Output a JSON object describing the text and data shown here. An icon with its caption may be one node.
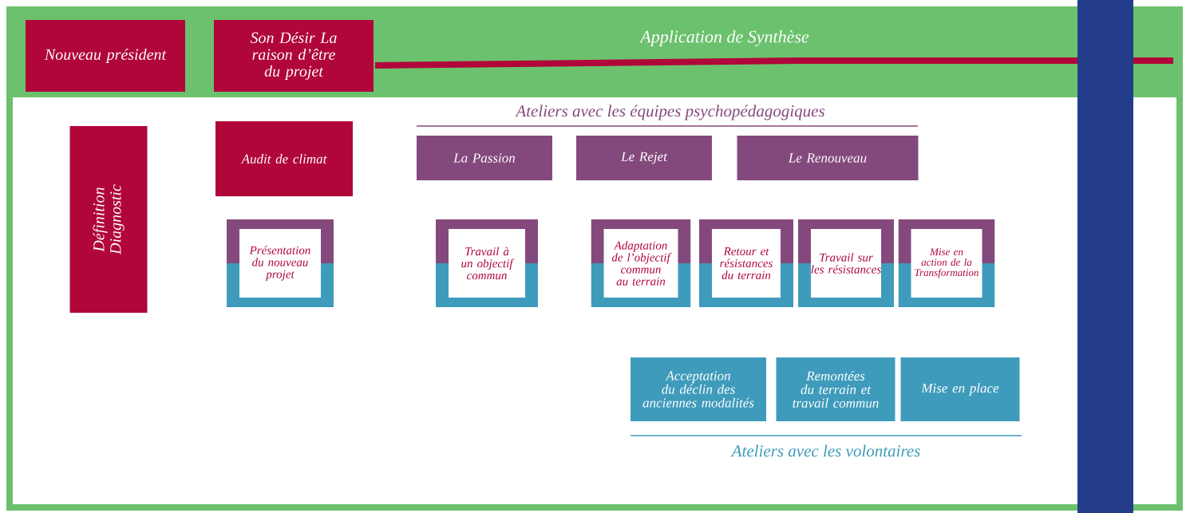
{
  "diagram": {
    "title": "Application de Synthèse",
    "nodes": [
      {
        "text": [
          "Nouveau président"
        ]
      },
      {
        "text": [
          "Son Désir La raison d’être du projet"
        ]
      },
      {
        "text": [
          "Définition Diagnostic"
        ]
      },
      {
        "text": [
          "Audit de climat"
        ]
      },
      {
        "text": [
          "La Passion"
        ]
      },
      {
        "text": [
          "Le Rejet"
        ]
      },
      {
        "text": [
          "Le Renouveau"
        ]
      },
      {
        "text": [
          "Présentation du nouveau projet"
        ]
      },
      {
        "text": [
          "Travail à un objectif commun"
        ]
      },
      {
        "text": [
          "Adaptation de l’objectif commun au terrain"
        ]
      },
      {
        "text": [
          "Retour et résistances du terrain"
        ]
      },
      {
        "text": [
          "Travail sur les résistances"
        ]
      },
      {
        "text": [
          "Mise en action de la Transformation"
        ]
      },
      {
        "text": [
          "Acceptation du déclin des anciennes modalités"
        ]
      },
      {
        "text": [
          "Remontées du terrain et travail commun"
        ]
      },
      {
        "text": [
          "Mise en place"
        ]
      }
    ],
    "labels": [
      "Ateliers avec les équipes psychopédagogiques",
      "Ateliers avec les volontaires"
    ]
  }
}
